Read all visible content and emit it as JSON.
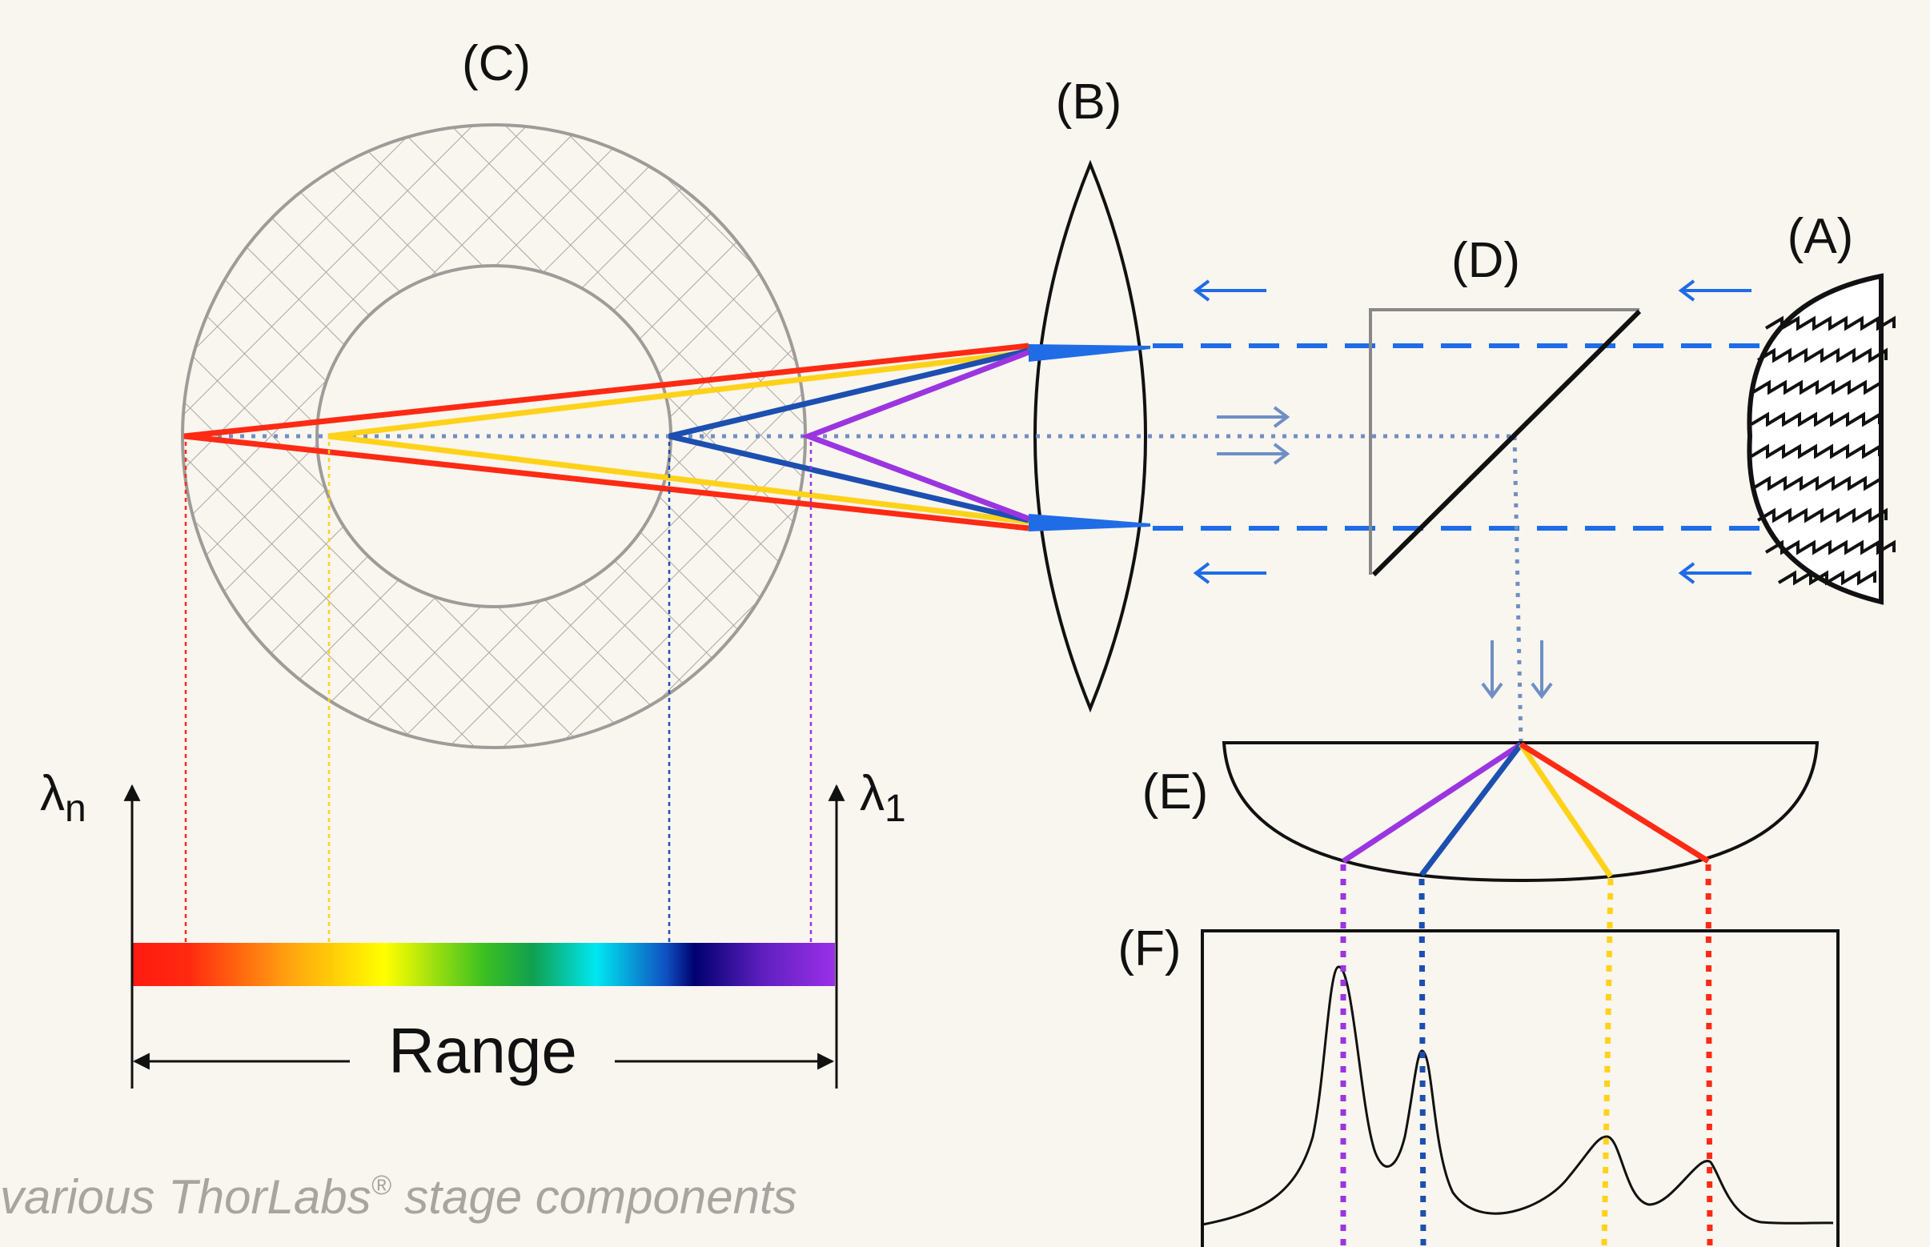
{
  "labels": {
    "a": "(A)",
    "b": "(B)",
    "c": "(C)",
    "d": "(D)",
    "e": "(E)",
    "f": "(F)"
  },
  "axis": {
    "lambda_n_base": "λ",
    "lambda_n_sub": "n",
    "lambda_1_base": "λ",
    "lambda_1_sub": "1",
    "range_label": "Range"
  },
  "caption": {
    "text": "various ThorLabs",
    "reg": "®",
    "text2": " stage components"
  },
  "colors": {
    "background": "#f9f5ef",
    "red": "#ff2a14",
    "yellow": "#ffd21a",
    "blue": "#1c4fb0",
    "violet": "#9b35e0",
    "beam_blue": "#1f6ce6",
    "dotted_blue": "#6f8fc4",
    "hatch_gray": "#a9a6a3"
  }
}
